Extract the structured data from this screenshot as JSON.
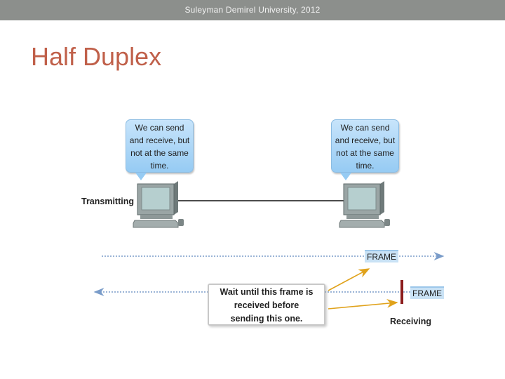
{
  "header": {
    "text": "Suleyman Demirel University, 2012"
  },
  "slide": {
    "title": "Half Duplex"
  },
  "diagram": {
    "left_bubble": [
      "We can send",
      "and receive, but",
      "not at the same",
      "time."
    ],
    "right_bubble": [
      "We can send",
      "and receive, but",
      "not at the same",
      "time."
    ],
    "transmitting_label": "Transmitting",
    "receiving_label": "Receiving",
    "frame_top_label": "FRAME",
    "frame_bottom_label": "FRAME",
    "wait_note": [
      "Wait until this frame is",
      "received before",
      "sending this one."
    ],
    "colors": {
      "bubble": "#a9d4f5",
      "title": "#c0604a",
      "arrow": "#e0a21b",
      "dotted_line": "#7a9cc9",
      "stop_bar": "#8c1c1c"
    },
    "icons": [
      "computer-monitor-icon",
      "computer-monitor-icon"
    ]
  }
}
